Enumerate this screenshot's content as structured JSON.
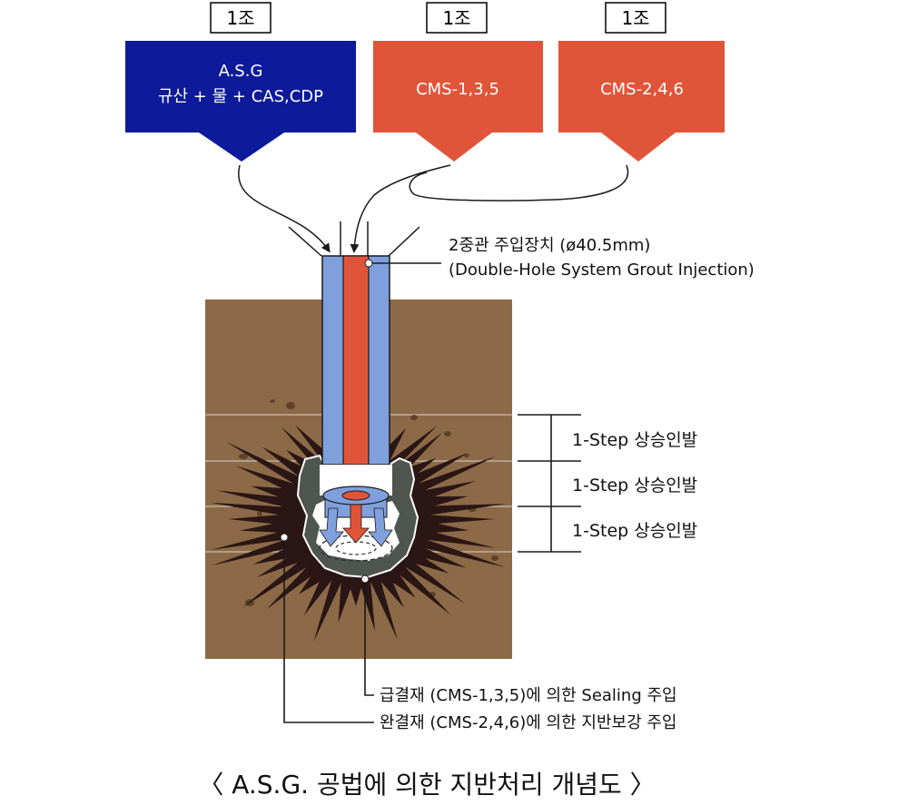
{
  "groups": [
    {
      "tag": "1조",
      "lines": [
        "A.S.G",
        "규산 + 물 + CAS,CDP"
      ],
      "color": "#0d1a9a"
    },
    {
      "tag": "1조",
      "lines": [
        "CMS-1,3,5"
      ],
      "color": "#e0553a"
    },
    {
      "tag": "1조",
      "lines": [
        "CMS-2,4,6"
      ],
      "color": "#e0553a"
    }
  ],
  "device": {
    "line1": "2중관 주입장치 (ø40.5mm)",
    "line2": "(Double-Hole System Grout Injection)"
  },
  "steps": [
    "1-Step 상승인발",
    "1-Step 상승인발",
    "1-Step 상승인발"
  ],
  "callouts": {
    "sealing": "급결재 (CMS-1,3,5)에 의한 Sealing 주입",
    "reinforce": "완결재 (CMS-2,4,6)에 의한 지반보강 주입"
  },
  "caption": "〈 A.S.G. 공법에 의한 지반처리 개념도 〉",
  "colors": {
    "soil": "#8c6a48",
    "pipe_outer": "#7fa0dc",
    "pipe_inner": "#e0553a",
    "grout_dark": "#2a1614",
    "grout_gray": "#4e564f",
    "navy": "#0d1a9a"
  }
}
